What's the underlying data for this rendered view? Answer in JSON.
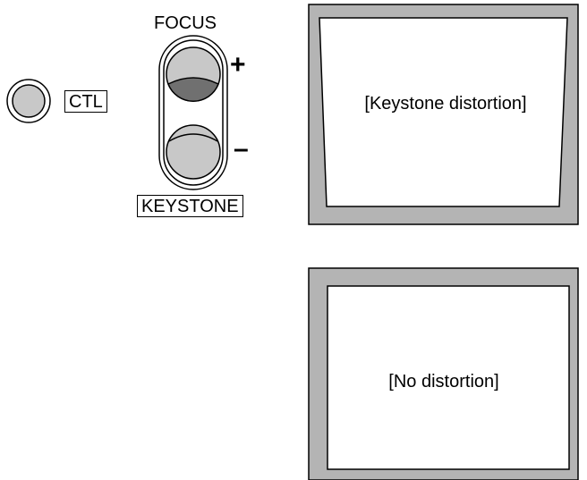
{
  "controls": {
    "ctl_label": "CTL",
    "focus_label": "FOCUS",
    "keystone_label": "KEYSTONE",
    "plus_sign": "+",
    "minus_sign": "–"
  },
  "screens": {
    "keystone_caption": "[Keystone distortion]",
    "normal_caption": "[No distortion]"
  },
  "colors": {
    "button_fill": "#c8c8c8",
    "pressed_fill": "#707070",
    "screen_frame": "#b4b4b4",
    "line": "#000000"
  }
}
